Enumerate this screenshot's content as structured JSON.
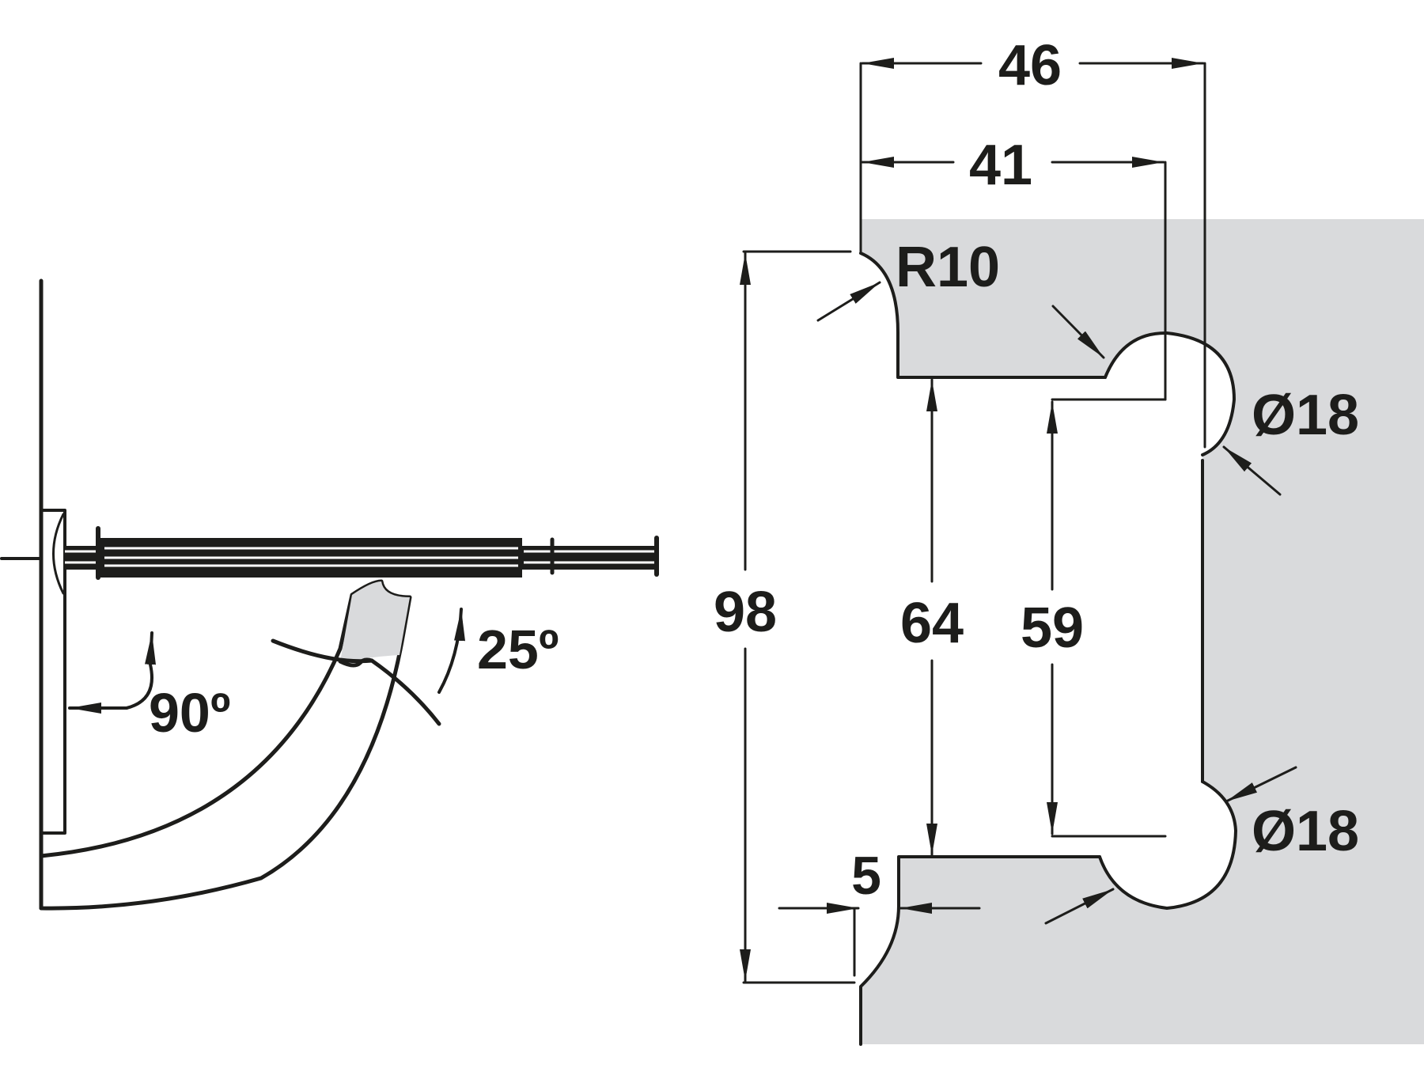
{
  "colors": {
    "line": "#1d1d1b",
    "fill_panel": "#d9dadc",
    "fill_door": "#e8e8e8",
    "background": "#ffffff"
  },
  "left_view": {
    "angle_open_label": "90º",
    "angle_tilt_label": "25º"
  },
  "right_view": {
    "dim_overall_width": "46",
    "dim_inner_width": "41",
    "radius_label": "R10",
    "dim_overall_height": "98",
    "dim_inner_height_a": "64",
    "dim_inner_height_b": "59",
    "dim_offset": "5",
    "hole_top_label": "Ø18",
    "hole_bottom_label": "Ø18"
  }
}
